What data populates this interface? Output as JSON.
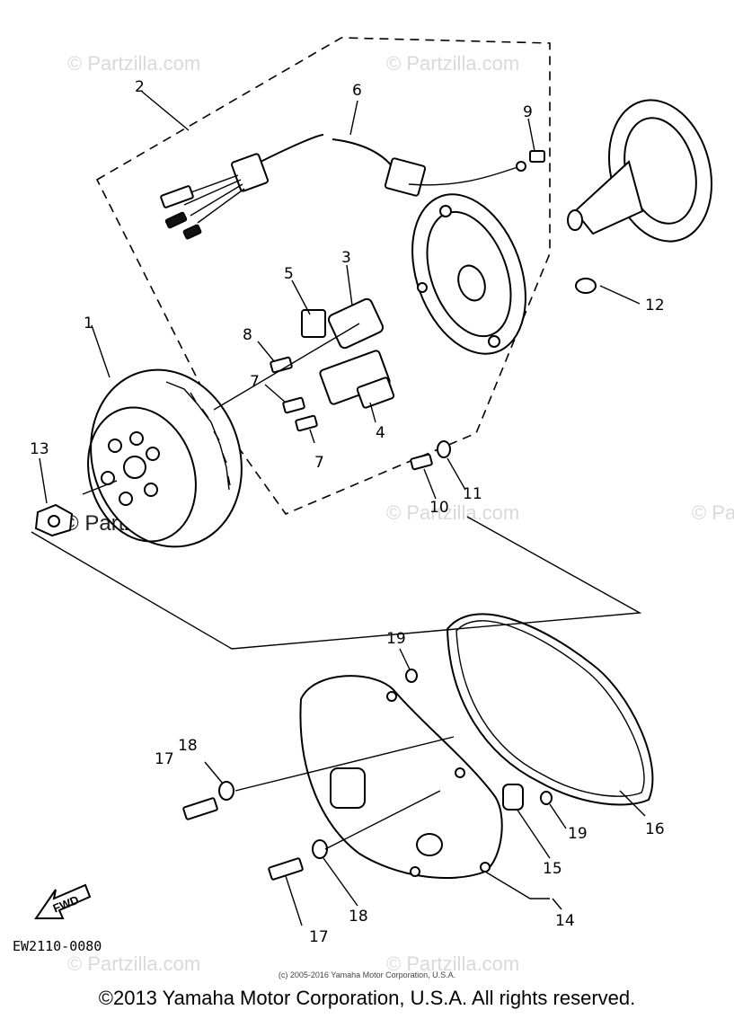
{
  "diagram": {
    "code": "EW2110-0080",
    "fwd_label": "FWD",
    "watermark": "© Partzilla.com",
    "callouts": [
      {
        "id": "c1",
        "text": "1"
      },
      {
        "id": "c2",
        "text": "2"
      },
      {
        "id": "c3",
        "text": "3"
      },
      {
        "id": "c4",
        "text": "4"
      },
      {
        "id": "c5",
        "text": "5"
      },
      {
        "id": "c6",
        "text": "6"
      },
      {
        "id": "c7a",
        "text": "7"
      },
      {
        "id": "c7b",
        "text": "7"
      },
      {
        "id": "c8",
        "text": "8"
      },
      {
        "id": "c9",
        "text": "9"
      },
      {
        "id": "c10",
        "text": "10"
      },
      {
        "id": "c11",
        "text": "11"
      },
      {
        "id": "c12",
        "text": "12"
      },
      {
        "id": "c13",
        "text": "13"
      },
      {
        "id": "c14",
        "text": "14"
      },
      {
        "id": "c15",
        "text": "15"
      },
      {
        "id": "c16",
        "text": "16"
      },
      {
        "id": "c17a",
        "text": "17"
      },
      {
        "id": "c17b",
        "text": "17"
      },
      {
        "id": "c18a",
        "text": "18"
      },
      {
        "id": "c18b",
        "text": "18"
      },
      {
        "id": "c19a",
        "text": "19"
      },
      {
        "id": "c19b",
        "text": "19"
      }
    ]
  },
  "footer": {
    "small_copyright": "(c) 2005-2016 Yamaha Motor Corporation, U.S.A.",
    "copyright": "©2013 Yamaha Motor Corporation, U.S.A. All rights reserved."
  }
}
